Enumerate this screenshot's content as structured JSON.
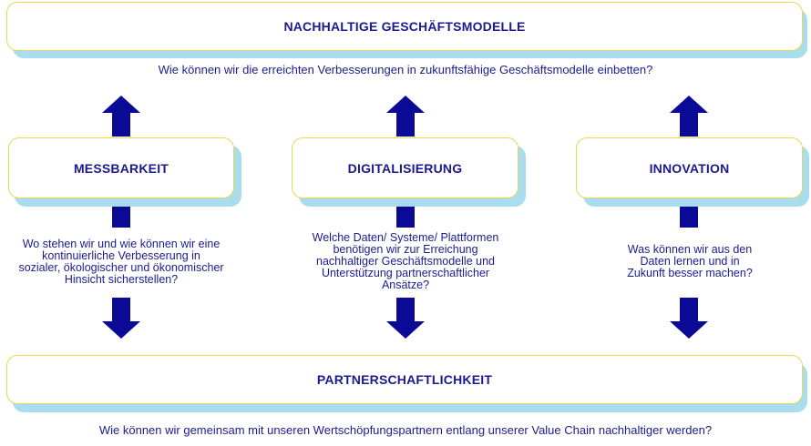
{
  "top": {
    "title": "NACHHALTIGE GESCHÄFTSMODELLE",
    "question": "Wie können wir die erreichten Verbesserungen in zukunftsfähige Geschäftsmodelle einbetten?"
  },
  "pillars": [
    {
      "title": "MESSBARKEIT",
      "question_lines": [
        "Wo stehen wir und wie können wir eine",
        "kontinuierliche Verbesserung in",
        "sozialer, ökologischer und ökonomischer",
        "Hinsicht sicherstellen?"
      ]
    },
    {
      "title": "DIGITALISIERUNG",
      "question_lines": [
        "Welche Daten/ Systeme/ Plattformen",
        "benötigen wir zur Erreichung",
        "nachhaltiger Geschäftsmodelle und",
        "Unterstützung partnerschaftlicher",
        "Ansätze?"
      ]
    },
    {
      "title": "INNOVATION",
      "question_lines": [
        "Was können wir aus den",
        "Daten lernen und in",
        "Zukunft besser machen?"
      ]
    }
  ],
  "bottom": {
    "title": "PARTNERSCHAFTLICHKEIT",
    "question": "Wie können wir gemeinsam mit unseren Wertschöpfungspartnern entlang unserer Value Chain nachhaltiger werden?"
  },
  "colors": {
    "arrow": "#0a0a96",
    "shadow": "#a9dcef",
    "border": "#e8d94c",
    "text": "#1b1b8f"
  }
}
